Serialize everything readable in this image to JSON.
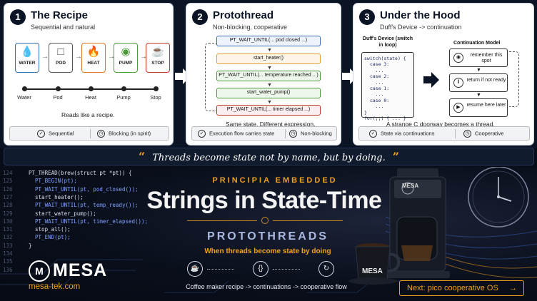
{
  "panel1": {
    "number": "1",
    "title": "The Recipe",
    "subtitle": "Sequential and natural",
    "stages": [
      {
        "label": "WATER",
        "icon": "water-drop-icon",
        "color": "#3a6fb5"
      },
      {
        "label": "POD",
        "icon": "cup-icon",
        "color": "#555555"
      },
      {
        "label": "HEAT",
        "icon": "flame-icon",
        "color": "#e07a20"
      },
      {
        "label": "PUMP",
        "icon": "pump-icon",
        "color": "#4a9a3a"
      },
      {
        "label": "STOP",
        "icon": "coffee-cup-icon",
        "color": "#c0392b"
      }
    ],
    "timeline": [
      "Water",
      "Pod",
      "Heat",
      "Pump",
      "Stop"
    ],
    "caption": "Reads like a recipe.",
    "footer": [
      {
        "label": "Sequential",
        "icon": "check-circle-icon"
      },
      {
        "label": "Blocking (in spirit)",
        "icon": "clock-icon"
      }
    ]
  },
  "panel2": {
    "number": "2",
    "title": "Protothread",
    "subtitle": "Non-blocking, cooperative",
    "steps": [
      {
        "text": "PT_WAIT_UNTIL(... pod closed ...)",
        "color": "#3a6fb5"
      },
      {
        "text": "start_heater()",
        "color": "#e0a030"
      },
      {
        "text": "PT_WAIT_UNTIL(... temperature reached ...)",
        "color": "#4a9a3a"
      },
      {
        "text": "start_water_pump()",
        "color": "#4a9a3a"
      },
      {
        "text": "PT_WAIT_UNTIL(... timer elapsed ...)",
        "color": "#c0392b"
      }
    ],
    "caption": "Same state. Different expression.",
    "footer": [
      {
        "label": "Execution flow carries state",
        "icon": "check-circle-icon"
      },
      {
        "label": "Non-blocking",
        "icon": "clock-icon"
      }
    ]
  },
  "panel3": {
    "number": "3",
    "title": "Under the Hood",
    "subtitle": "Duff's Device -> continuation",
    "duff_title": "Duff's Device (switch in loop)",
    "duff_code": "switch(state) {\n  case 3:\n    ...\n  case 2:\n    ...\n  case 1:\n    ...\n  case 0:\n    ...\n}\nfor(;;) { ... }",
    "cont_title": "Continuation Model",
    "cont_steps": [
      {
        "text": "remember this spot",
        "icon": "pin-icon"
      },
      {
        "text": "return if not ready",
        "icon": "pause-icon"
      },
      {
        "text": "resume here later",
        "icon": "play-icon"
      }
    ],
    "caption": "A strange C doorway becomes a thread.",
    "footer": [
      {
        "label": "State via continuations",
        "icon": "check-circle-icon"
      },
      {
        "label": "Cooperative",
        "icon": "clock-icon"
      }
    ]
  },
  "quote": "Threads become state not by name, but by doing.",
  "code": {
    "line_numbers": [
      "124",
      "125",
      "126",
      "127",
      "128",
      "129",
      "130",
      "131",
      "132",
      "133",
      "134",
      "135",
      "136"
    ],
    "lines": [
      "PT_THREAD(brew(struct pt *pt)) {",
      "  PT_BEGIN(pt);",
      "  PT_WAIT_UNTIL(pt, pod_closed());",
      "  start_heater();",
      "  PT_WAIT_UNTIL(pt, temp_ready());",
      "  start_water_pump();",
      "  PT_WAIT_UNTIL(pt, timer_elapsed());",
      "  stop_all();",
      "  PT_END(pt);",
      "}"
    ]
  },
  "banner": {
    "brand": "PRINCIPIA EMBEDDED",
    "title": "Strings in State-Time",
    "subtitle": "PROTOTHREADS",
    "tagline": "When threads become state by doing",
    "flow_icons": [
      "coffee-cup-icon",
      "braces-icon",
      "cycle-icon"
    ],
    "flow_text": "Coffee maker recipe  ->  continuations  ->  cooperative flow",
    "logo_text": "MESA",
    "url": "mesa-tek.com",
    "next_label": "Next: pico cooperative OS",
    "machine_label": "MESA",
    "cup_label": "MESA"
  }
}
